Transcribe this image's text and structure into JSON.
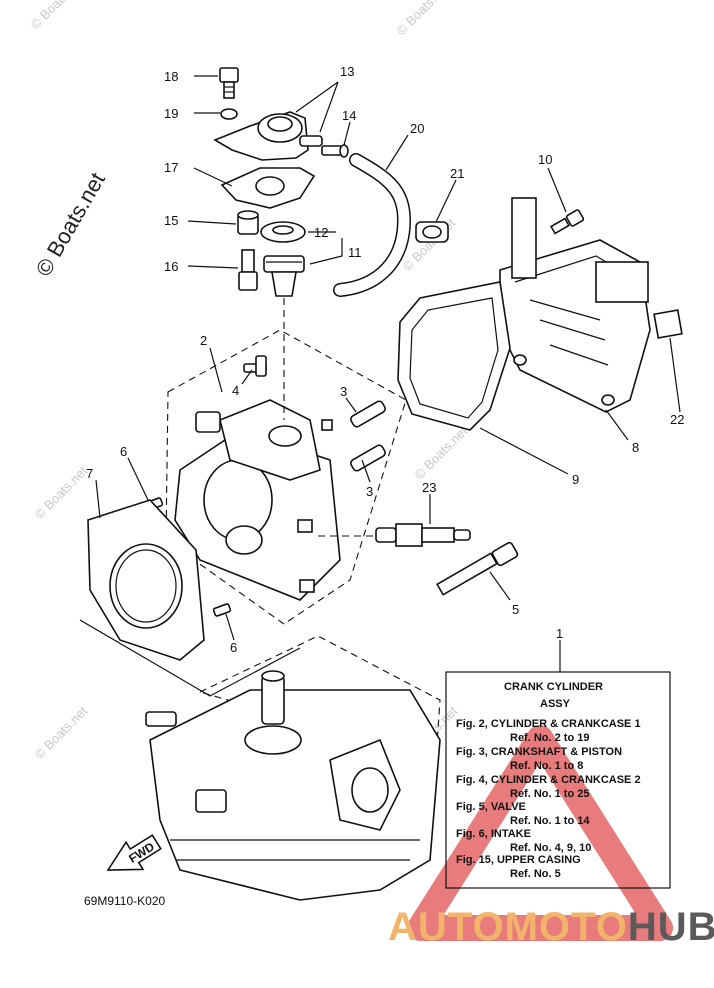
{
  "watermarks": {
    "main": "© Boats.net",
    "faint": "© Boats.net"
  },
  "drawing_code": "69M9110-K020",
  "fwd_label": "FWD",
  "callouts": {
    "c1": "1",
    "c2": "2",
    "c3a": "3",
    "c3b": "3",
    "c4": "4",
    "c5": "5",
    "c6a": "6",
    "c6b": "6",
    "c7": "7",
    "c8": "8",
    "c9": "9",
    "c10": "10",
    "c11": "11",
    "c12": "12",
    "c13": "13",
    "c14": "14",
    "c15": "15",
    "c16": "16",
    "c17": "17",
    "c18": "18",
    "c19": "19",
    "c20": "20",
    "c21": "21",
    "c22": "22",
    "c23": "23"
  },
  "info_box": {
    "title": "CRANK CYLINDER",
    "subtitle": "ASSY",
    "lines": [
      "Fig. 2, CYLINDER & CRANKCASE 1",
      "Ref. No. 2 to 19",
      "Fig. 3, CRANKSHAFT & PISTON",
      "Ref. No. 1 to 8",
      "Fig. 4, CYLINDER & CRANKCASE 2",
      "Ref. No. 1 to 25",
      "Fig. 5, VALVE",
      "Ref. No. 1 to 14",
      "Fig. 6, INTAKE",
      "Ref. No. 4, 9, 10",
      "Fig. 15, UPPER CASING",
      "Ref. No. 5"
    ]
  },
  "brand": {
    "part1": "AUTOMOTO",
    "part2": "HUB",
    "color1": "#f2b36a",
    "color2": "#5a5a5a",
    "triangle_color": "#e05050"
  }
}
